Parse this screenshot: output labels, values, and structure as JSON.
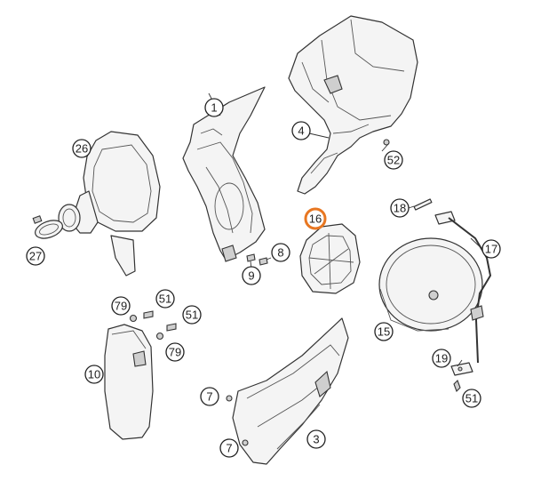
{
  "diagram": {
    "highlight_color": "#e87722",
    "callouts": [
      {
        "id": "c1",
        "label": "1"
      },
      {
        "id": "c4",
        "label": "4"
      },
      {
        "id": "c52",
        "label": "52"
      },
      {
        "id": "c26",
        "label": "26"
      },
      {
        "id": "c16",
        "label": "16",
        "highlighted": true
      },
      {
        "id": "c18",
        "label": "18"
      },
      {
        "id": "c17",
        "label": "17"
      },
      {
        "id": "c8",
        "label": "8"
      },
      {
        "id": "c9",
        "label": "9"
      },
      {
        "id": "c27",
        "label": "27"
      },
      {
        "id": "c15",
        "label": "15"
      },
      {
        "id": "c79a",
        "label": "79"
      },
      {
        "id": "c51a",
        "label": "51"
      },
      {
        "id": "c51b",
        "label": "51"
      },
      {
        "id": "c79b",
        "label": "79"
      },
      {
        "id": "c10",
        "label": "10"
      },
      {
        "id": "c19",
        "label": "19"
      },
      {
        "id": "c51c",
        "label": "51"
      },
      {
        "id": "c7a",
        "label": "7"
      },
      {
        "id": "c7b",
        "label": "7"
      },
      {
        "id": "c3",
        "label": "3"
      }
    ]
  }
}
